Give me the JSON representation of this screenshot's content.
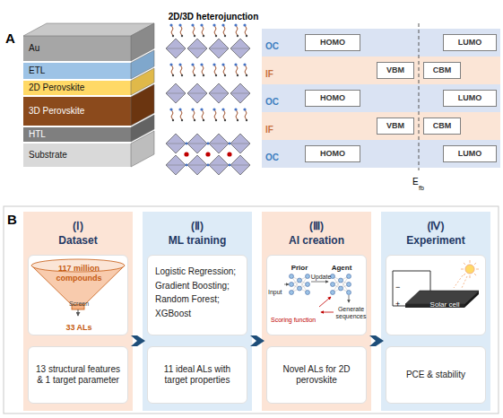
{
  "diagram": {
    "nodes": [
      {
        "text": [
          "Au"
        ]
      },
      {
        "text": [
          "ETL"
        ]
      },
      {
        "text": [
          "2D Perovskite"
        ]
      },
      {
        "text": [
          "3D Perovskite"
        ]
      },
      {
        "text": [
          "HTL"
        ]
      },
      {
        "text": [
          "Substrate"
        ]
      },
      {
        "text": [
          "OC"
        ]
      },
      {
        "text": [
          "HOMO"
        ],
        "in": 6
      },
      {
        "text": [
          "LUMO"
        ],
        "in": 6
      },
      {
        "text": [
          "IF"
        ]
      },
      {
        "text": [
          "VBM"
        ],
        "in": 9
      },
      {
        "text": [
          "CBM"
        ],
        "in": 9
      },
      {
        "text": [
          "OC"
        ]
      },
      {
        "text": [
          "HOMO"
        ],
        "in": 12
      },
      {
        "text": [
          "LUMO"
        ],
        "in": 12
      },
      {
        "text": [
          "IF"
        ]
      },
      {
        "text": [
          "VBM"
        ],
        "in": 15
      },
      {
        "text": [
          "CBM"
        ],
        "in": 15
      },
      {
        "text": [
          "OC"
        ]
      },
      {
        "text": [
          "HOMO"
        ],
        "in": 18
      },
      {
        "text": [
          "LUMO"
        ],
        "in": 18
      },
      {
        "text": [
          "(Ⅰ)",
          "Dataset"
        ]
      },
      {
        "text": [
          "117 million compounds",
          "Screen",
          "33 ALs"
        ],
        "in": 21
      },
      {
        "text": [
          "13 structural features & 1 target parameter"
        ],
        "in": 21
      },
      {
        "text": [
          "(Ⅱ)",
          "ML training"
        ]
      },
      {
        "text": [
          "Logistic Regression; Gradient Boosting; Random Forest; XGBoost"
        ],
        "in": 24
      },
      {
        "text": [
          "11 ideal ALs with target properties"
        ],
        "in": 24
      },
      {
        "text": [
          "(Ⅲ)",
          "AI creation"
        ]
      },
      {
        "text": [
          "Prior",
          "Agent",
          "Input",
          "Update",
          "Scoring function",
          "Generate sequences"
        ],
        "in": 27
      },
      {
        "text": [
          "Novel ALs for 2D perovskite"
        ],
        "in": 27
      },
      {
        "text": [
          "(Ⅳ)",
          "Experiment"
        ]
      },
      {
        "text": [
          "Solar cell"
        ],
        "in": 30
      },
      {
        "text": [
          "PCE & stability"
        ],
        "in": 30
      }
    ],
    "edges": [
      {
        "from": 21,
        "to": 24,
        "arrow": "to"
      },
      {
        "from": 24,
        "to": 27,
        "arrow": "to"
      },
      {
        "from": 27,
        "to": 30,
        "arrow": "to"
      }
    ],
    "labels": [
      "A",
      "2D/3D heterojunction",
      "E",
      "fb",
      "B",
      "−",
      "+"
    ]
  }
}
